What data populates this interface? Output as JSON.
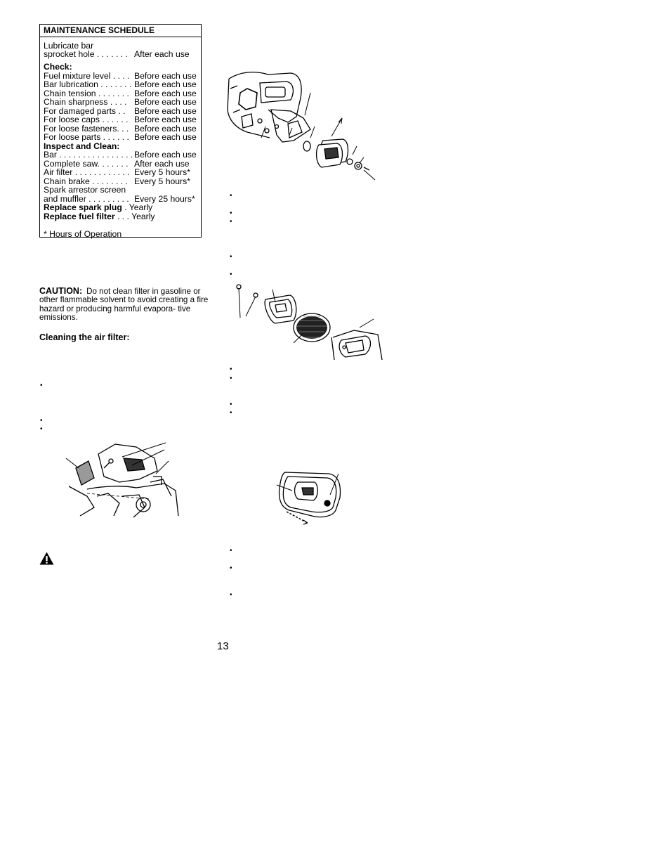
{
  "schedule": {
    "title": "MAINTENANCE SCHEDULE",
    "rows": [
      {
        "label": "Lubricate bar",
        "value": ""
      },
      {
        "label": "sprocket hole . . . . . . .",
        "value": "After each use"
      },
      {
        "label": "Check:",
        "value": "",
        "bold": true
      },
      {
        "label": "Fuel mixture level . . . .",
        "value": "Before each use"
      },
      {
        "label": "Bar lubrication . . . . . . .",
        "value": "Before each use"
      },
      {
        "label": "Chain tension . . . . . . .",
        "value": "Before each use"
      },
      {
        "label": "Chain sharpness . . . .",
        "value": "Before each use"
      },
      {
        "label": "For damaged parts . .",
        "value": "Before each use"
      },
      {
        "label": "For loose caps . . . . . .",
        "value": "Before each use"
      },
      {
        "label": "For loose fasteners. . .",
        "value": "Before each use"
      },
      {
        "label": "For loose parts . . . . . .",
        "value": "Before each use"
      },
      {
        "label": "Inspect and Clean:",
        "value": "",
        "bold": true
      },
      {
        "label": "Bar . . . . . . . . . . . . . . . .",
        "value": "Before each use"
      },
      {
        "label": "Complete saw. . . . . . .",
        "value": "After each use"
      },
      {
        "label": "Air filter . . . . . . . . . . . .",
        "value": "Every 5 hours*"
      },
      {
        "label": "Chain brake . . . . . . . .",
        "value": "Every 5 hours*"
      },
      {
        "label": "Spark arrestor screen",
        "value": ""
      },
      {
        "label": "and muffler . . . . . . . . .",
        "value": "Every 25 hours*"
      },
      {
        "label": "Replace spark plug",
        "suffix": " . Yearly",
        "value": "",
        "bold": true
      },
      {
        "label": "Replace fuel filter",
        "suffix": " . . . Yearly",
        "value": "",
        "bold": true
      },
      {
        "label": "",
        "value": ""
      },
      {
        "label": "* Hours of Operation",
        "value": ""
      }
    ]
  },
  "caution": {
    "label": "CAUTION:",
    "text": "Do not clean filter in gasoline or other flammable solvent to avoid creating a fire hazard or producing harmful evapora- tive emissions."
  },
  "cleaning_heading": "Cleaning the air filter:",
  "bullet_char": "•",
  "page_number": "13"
}
